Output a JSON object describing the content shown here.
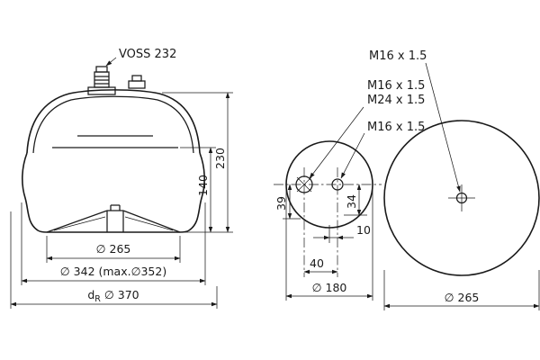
{
  "left_view": {
    "fitting_label": "VOSS 232",
    "dims": {
      "height_total": "230",
      "height_lower": "140",
      "dia_piston": "∅ 265",
      "dia_bellows": "∅ 342 (max.∅352)",
      "dia_rim_prefix": "d",
      "dia_rim_sub": "R",
      "dia_rim_value": "∅ 370"
    }
  },
  "right_view": {
    "labels": {
      "center_thread": "M16 x 1.5",
      "combo_thread_1": "M16 x 1.5",
      "combo_thread_2": "M24 x 1.5",
      "small_thread": "M16 x 1.5"
    },
    "dims": {
      "v39": "39",
      "v34": "34",
      "h10": "10",
      "h40": "40",
      "dia_small": "∅ 180",
      "dia_large": "∅ 265"
    }
  }
}
